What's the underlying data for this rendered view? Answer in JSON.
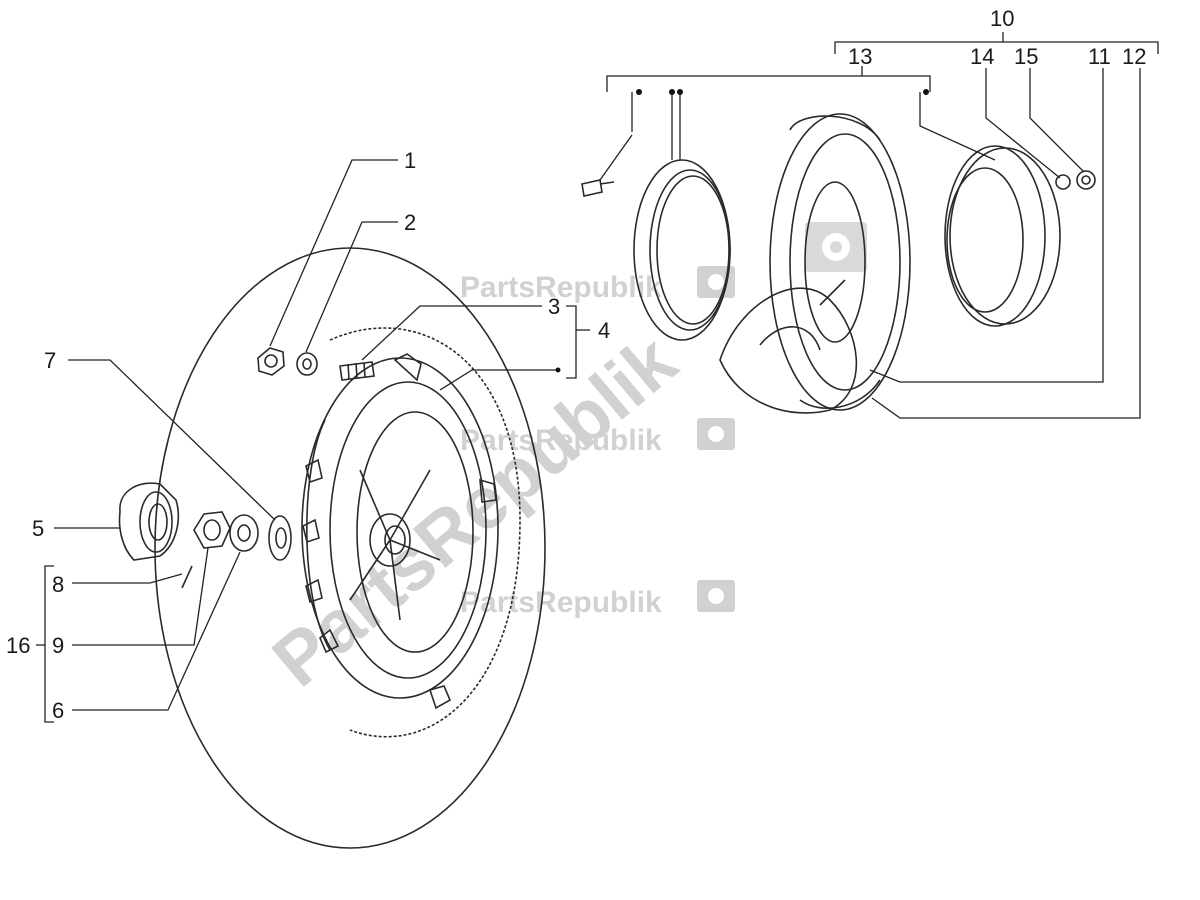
{
  "diagram": {
    "watermark": {
      "brand": "PartsRepublik",
      "diagonal": "PartsRepublik"
    },
    "callouts": [
      {
        "id": "1",
        "text": "1"
      },
      {
        "id": "2",
        "text": "2"
      },
      {
        "id": "3",
        "text": "3"
      },
      {
        "id": "4",
        "text": "4"
      },
      {
        "id": "5",
        "text": "5"
      },
      {
        "id": "6",
        "text": "6"
      },
      {
        "id": "7",
        "text": "7"
      },
      {
        "id": "8",
        "text": "8"
      },
      {
        "id": "9",
        "text": "9"
      },
      {
        "id": "10",
        "text": "10"
      },
      {
        "id": "11",
        "text": "11"
      },
      {
        "id": "12",
        "text": "12"
      },
      {
        "id": "13",
        "text": "13"
      },
      {
        "id": "14",
        "text": "14"
      },
      {
        "id": "15",
        "text": "15"
      },
      {
        "id": "16",
        "text": "16"
      }
    ]
  }
}
